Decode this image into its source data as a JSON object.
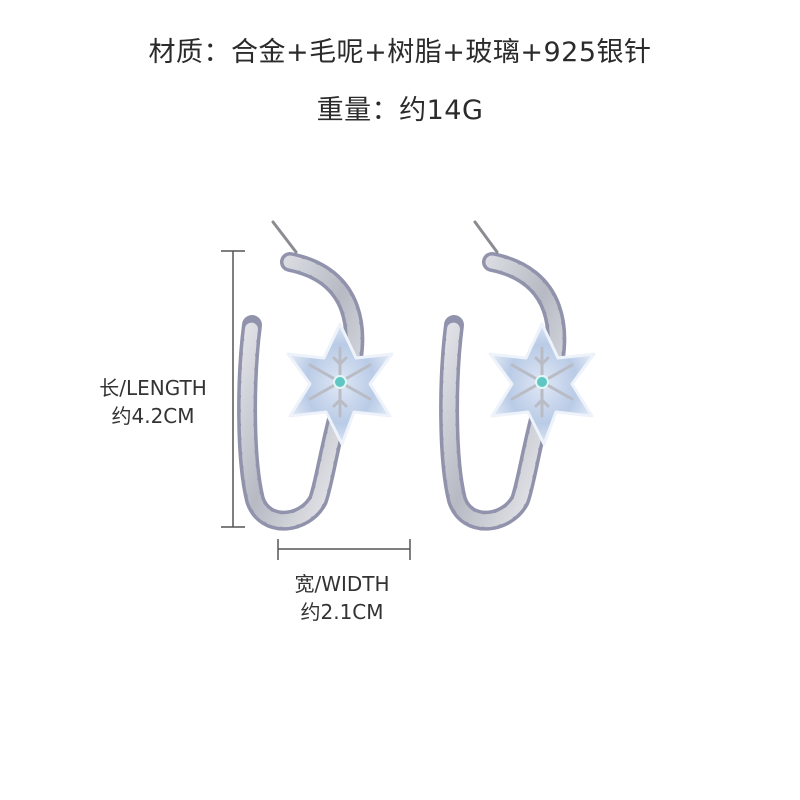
{
  "specs": {
    "material": "材质：合金+毛呢+树脂+玻璃+925银针",
    "weight": "重量：约14G"
  },
  "dimensions": {
    "length_label": "长/LENGTH",
    "length_value": "约4.2CM",
    "width_label": "宽/WIDTH",
    "width_value": "约2.1CM"
  },
  "colors": {
    "background": "#ffffff",
    "silver": "#c9ccd3",
    "silver_dark": "#8d909a",
    "wool": "#7c7e9c",
    "flower": "#c6d4ea",
    "flower_edge": "#e9f0fa",
    "crystal": "#5ec7c4"
  }
}
